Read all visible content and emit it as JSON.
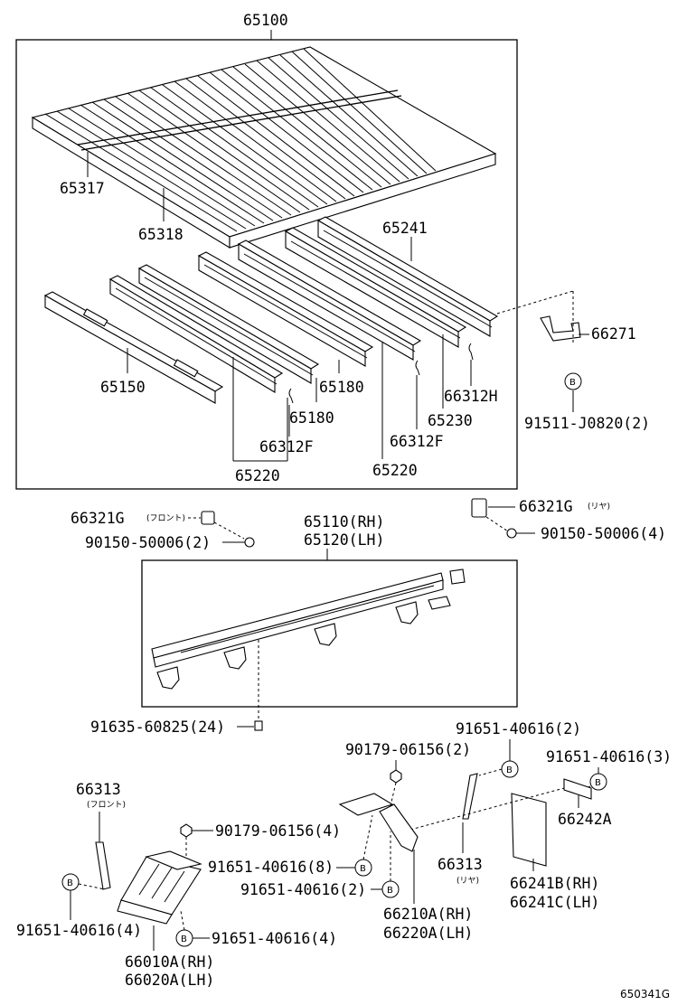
{
  "labels": {
    "p65100": "65100",
    "p65317": "65317",
    "p65318": "65318",
    "p65241": "65241",
    "p66271": "66271",
    "p65150": "65150",
    "p65180a": "65180",
    "p65180b": "65180",
    "p66312h": "66312H",
    "p65230": "65230",
    "p91511": "91511-J0820(2)",
    "p66312fa": "66312F",
    "p66312fb": "66312F",
    "p65220a": "65220",
    "p65220b": "65220",
    "p66321g_front": "66321G",
    "p66321g_front_note": "(フロント)",
    "p66321g_rear": "66321G",
    "p66321g_rear_note": "(リヤ)",
    "p90150_front": "90150-50006(2)",
    "p90150_rear": "90150-50006(4)",
    "p65110": "65110(RH)",
    "p65120": "65120(LH)",
    "p91635": "91635-60825(24)",
    "p91651_2": "91651-40616(2)",
    "p90179_2": "90179-06156(2)",
    "p91651_3": "91651-40616(3)",
    "p66313_front": "66313",
    "p66313_front_note": "(フロント)",
    "p66242a": "66242A",
    "p90179_4": "90179-06156(4)",
    "p91651_8": "91651-40616(8)",
    "p91651_2b": "91651-40616(2)",
    "p66313_rear": "66313",
    "p66313_rear_note": "(リヤ)",
    "p91651_4a": "91651-40616(4)",
    "p91651_4b": "91651-40616(4)",
    "p66210a": "66210A(RH)",
    "p66220a": "66220A(LH)",
    "p66241b": "66241B(RH)",
    "p66241c": "66241C(LH)",
    "p66010a": "66010A(RH)",
    "p66020a": "66020A(LH)",
    "figure_code": "650341G"
  },
  "bolt_marker": "B"
}
